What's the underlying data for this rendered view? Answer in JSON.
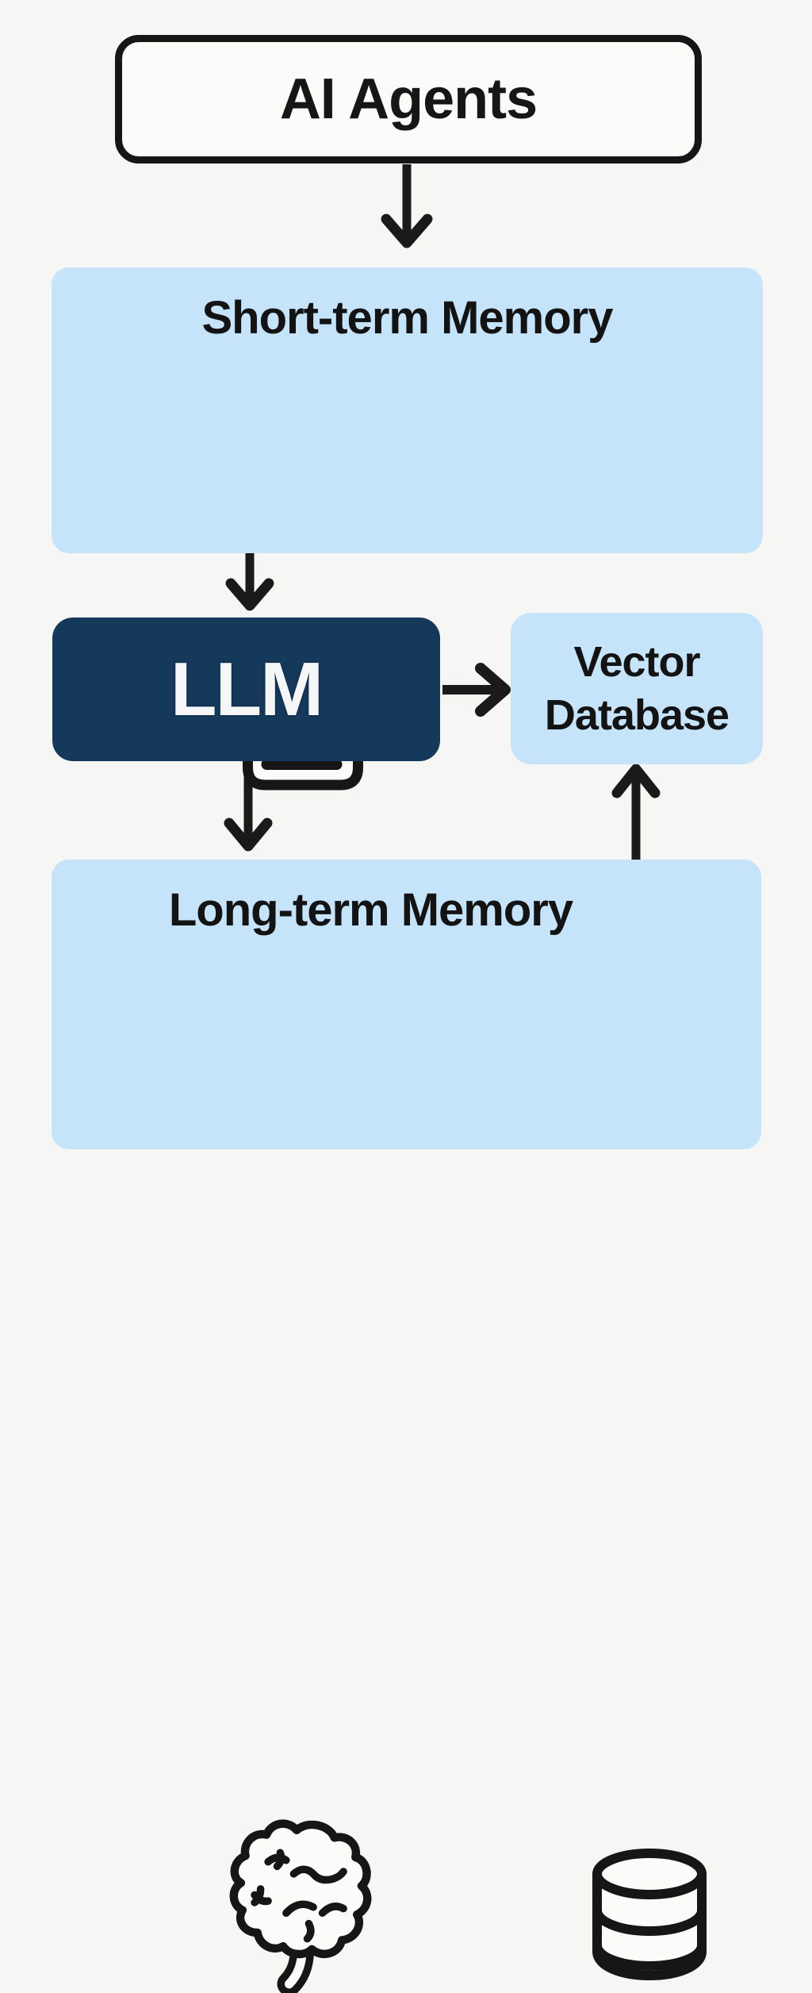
{
  "diagram": {
    "nodes": {
      "ai_agents": {
        "label": "AI Agents"
      },
      "short_term": {
        "label": "Short-term Memory",
        "icon": "document-icon"
      },
      "llm": {
        "label": "LLM"
      },
      "vector_db": {
        "label": "Vector Database",
        "line1": "Vector",
        "line2": "Database"
      },
      "long_term": {
        "label": "Long-term Memory",
        "icon_left": "brain-icon",
        "icon_right": "database-icon"
      }
    },
    "edges": [
      {
        "from": "AI Agents",
        "to": "Short-term Memory",
        "direction": "down"
      },
      {
        "from": "Short-term Memory",
        "to": "LLM",
        "direction": "down"
      },
      {
        "from": "LLM",
        "to": "Vector Database",
        "direction": "right"
      },
      {
        "from": "LLM",
        "to": "Long-term Memory",
        "direction": "down"
      },
      {
        "from": "Long-term Memory",
        "to": "Vector Database",
        "direction": "up"
      }
    ],
    "colors": {
      "background": "#f6f6f4",
      "light_blue_fill": "#c5e4fa",
      "navy_fill": "#15395b",
      "outline_black": "#161616",
      "arrow_black": "#1a1a1a",
      "white_fill": "#fbfbfa",
      "text_dark": "#131313",
      "text_light": "#f4f6f8"
    }
  }
}
